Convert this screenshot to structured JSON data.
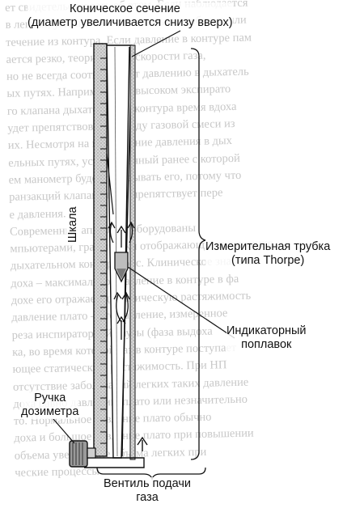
{
  "background_text": [
    "ет свидетельствовать об этом. Если наблюдается",
    "в легких, уменьшение дыхательного объема или",
    "течение из контура. Если давление в контуре пам",
    "ается резко, теория роста скорости газа,",
    "но не всегда соответствует давлению в дыхатель",
    "ых путях. Например, при высоком экспирато",
    "го клапана дыхательного контура время вдоха",
    "удет препятствовать выходу газовой смеси из",
    "их. Несмотря на возрастание давления в дых",
    "ельных путях, установленный ранее с которой",
    "ем манометр будет показывать его, потому что",
    "ранзакций клапан вдоха препятствует пере",
    "е давления.",
    "        Современные аппараты оборудованы",
    "мпьютерами, графически отображающими давление",
    "дыхательном контуре, рис. Клиническое значение",
    "доха – максимальное давление в контуре в фа",
    "дохе его отражает динамическую растяжимость",
    "давление плато – это давление, измеренное",
    "реза инспираторной паузы (фаза выдоха",
    "ка, во время которой газ в контуре поступает",
    "ющее статическую растяжимость. При НП",
    "отсутствие заболеваний легких таких давление",
    "доха равно давлению плато или незначительно",
    "то. Нормальное давление плато обычно",
    "доха и большое давление плато при повышении",
    "объема увеличение объема легких при",
    "ческие процессы"
  ],
  "labels": {
    "conical_section": "Коническое сечение",
    "conical_section_note": "(диаметр увеличивается снизу вверх)",
    "scale": "Шкала",
    "measuring_tube": "Измерительная трубка",
    "measuring_tube_type": "(типа Thorpe)",
    "indicator_float_line1": "Индикаторный",
    "indicator_float_line2": "поплавок",
    "dosimeter_knob_line1": "Ручка",
    "dosimeter_knob_line2": "дозиметра",
    "gas_valve_line1": "Вентиль подачи",
    "gas_valve_line2": "газа"
  },
  "colors": {
    "line": "#111111",
    "tube_fill": "#d2d2d2",
    "float_fill": "#bdbdbd",
    "knob_fill": "#9a9a9a"
  }
}
